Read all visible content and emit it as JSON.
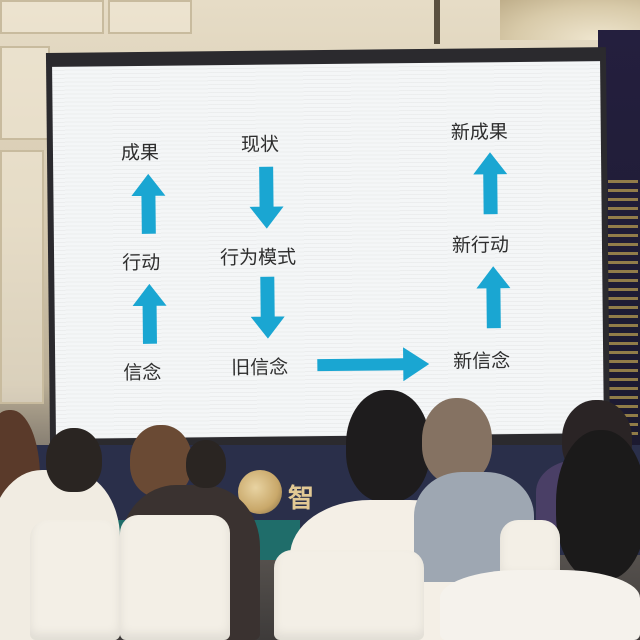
{
  "slide": {
    "col1": {
      "top": "成果",
      "middle": "行动",
      "bottom": "信念"
    },
    "col2": {
      "top": "现状",
      "middle": "行为模式",
      "bottom": "旧信念"
    },
    "col3": {
      "top": "新成果",
      "middle": "新行动",
      "bottom": "新信念"
    }
  },
  "colors": {
    "arrow": "#1aa6d2",
    "slide_text": "#2e2e2e",
    "screen_bg": "#f4f6f7"
  },
  "icons": {
    "up": "arrow-up-icon",
    "down": "arrow-down-icon",
    "right": "arrow-right-icon"
  }
}
